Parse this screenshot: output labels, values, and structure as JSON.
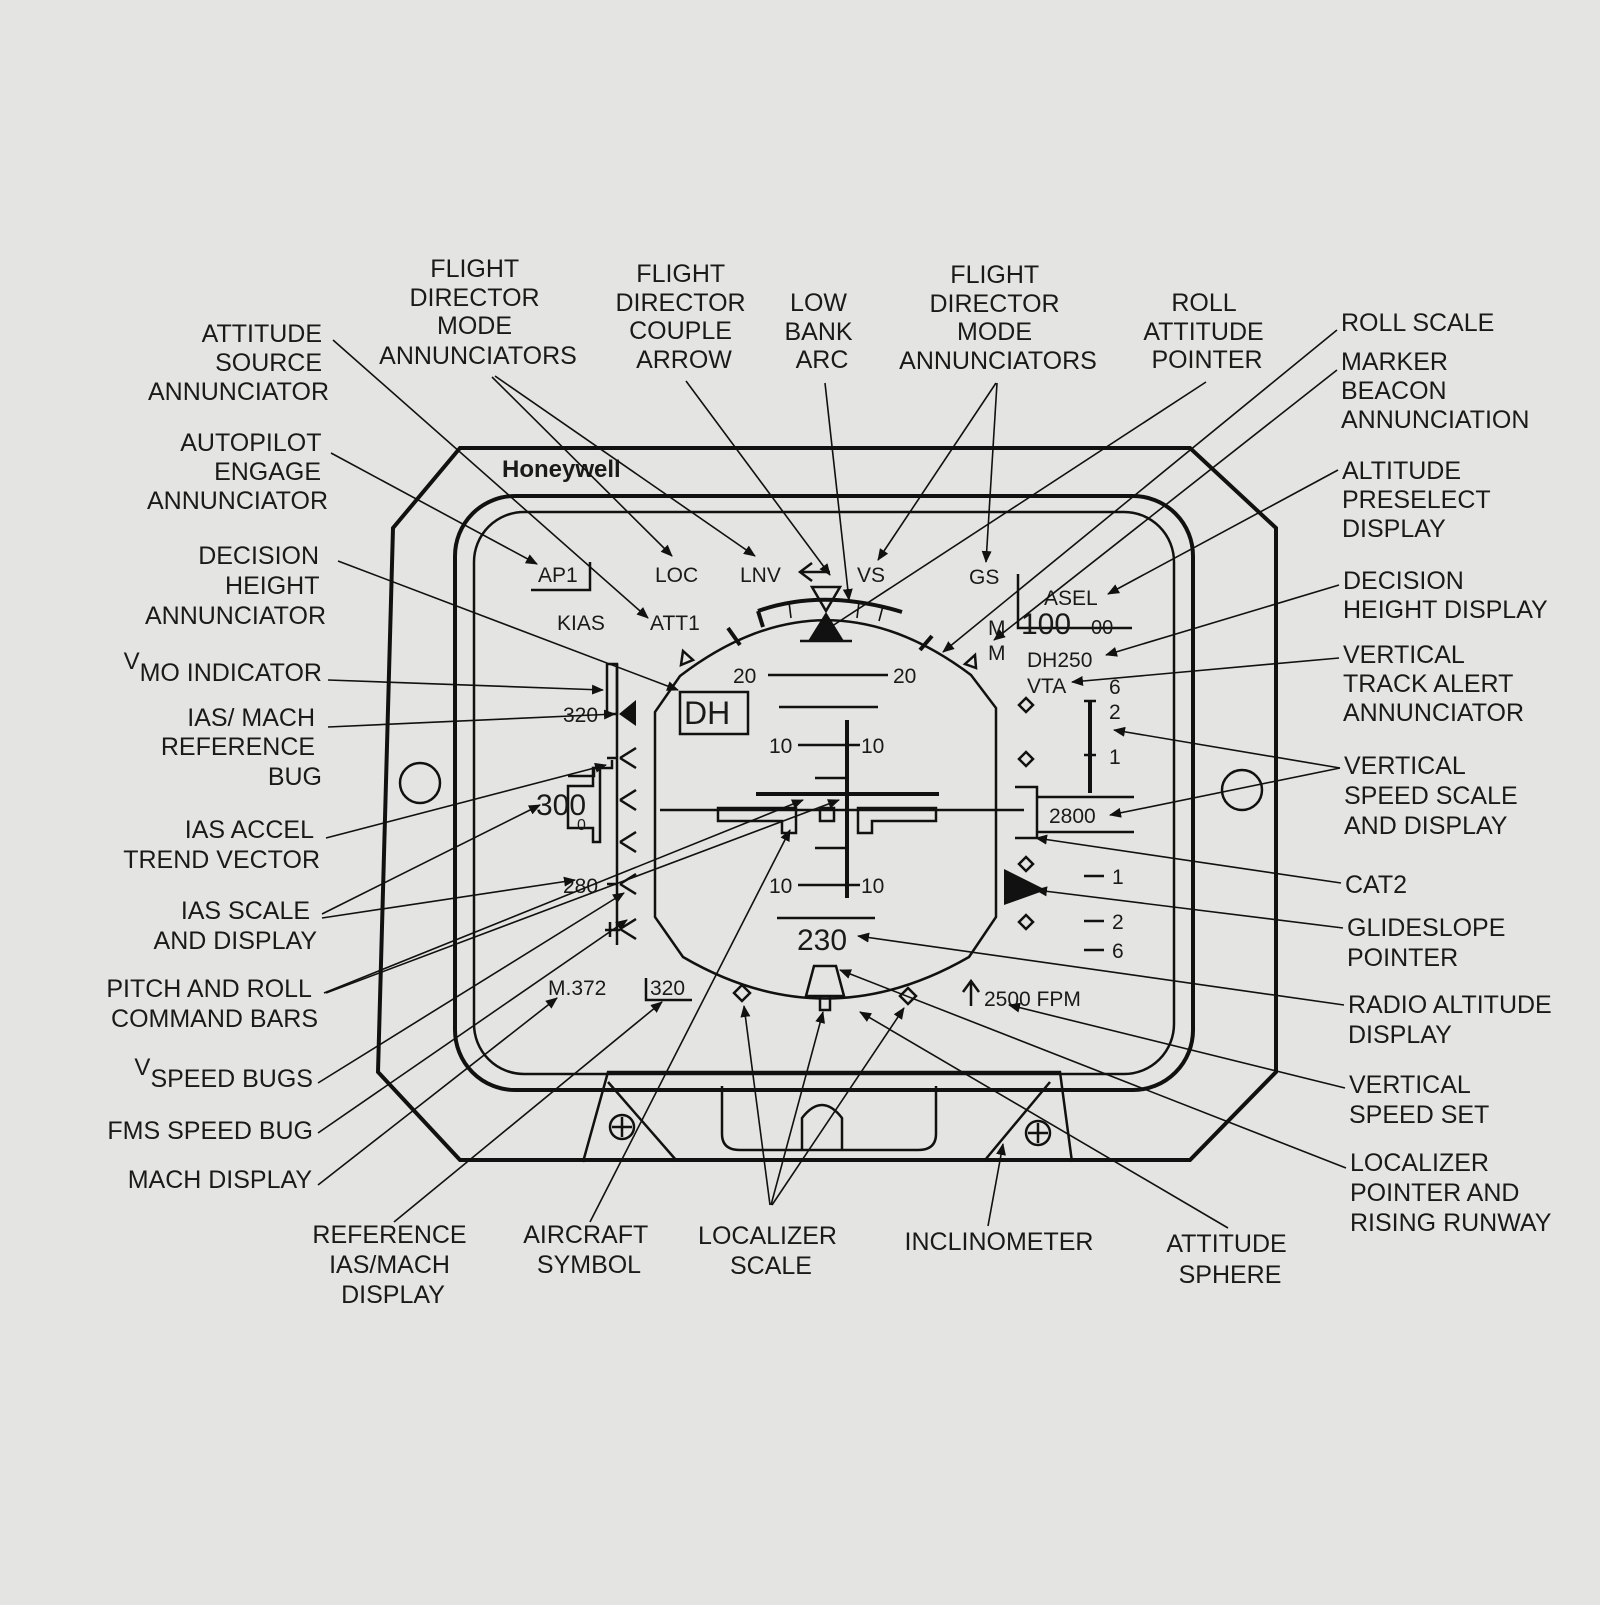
{
  "colors": {
    "paper": "#e4e4e2",
    "ink": "#1a1a1a"
  },
  "brand": "Honeywell",
  "callouts": {
    "attitude_source": [
      "ATTITUDE",
      "SOURCE",
      "ANNUNCIATOR"
    ],
    "fd_mode_left": [
      "FLIGHT",
      "DIRECTOR",
      "MODE",
      "ANNUNCIATORS"
    ],
    "fd_couple": [
      "FLIGHT",
      "DIRECTOR",
      "COUPLE",
      "ARROW"
    ],
    "low_bank": [
      "LOW",
      "BANK",
      "ARC"
    ],
    "fd_mode_right": [
      "FLIGHT",
      "DIRECTOR",
      "MODE",
      "ANNUNCIATORS"
    ],
    "roll_pointer": [
      "ROLL",
      "ATTITUDE",
      "POINTER"
    ],
    "roll_scale": [
      "ROLL SCALE"
    ],
    "marker_beacon": [
      "MARKER",
      "BEACON",
      "ANNUNCIATION"
    ],
    "alt_preselect": [
      "ALTITUDE",
      "PRESELECT",
      "DISPLAY"
    ],
    "dh_display": [
      "DECISION",
      "HEIGHT DISPLAY"
    ],
    "vta": [
      "VERTICAL",
      "TRACK ALERT",
      "ANNUNCIATOR"
    ],
    "vs_scale": [
      "VERTICAL",
      "SPEED SCALE",
      "AND DISPLAY"
    ],
    "cat2": [
      "CAT2"
    ],
    "glideslope": [
      "GLIDESLOPE",
      "POINTER"
    ],
    "radio_alt": [
      "RADIO ALTITUDE",
      "DISPLAY"
    ],
    "vs_set": [
      "VERTICAL",
      "SPEED SET"
    ],
    "localizer_ptr": [
      "LOCALIZER",
      "POINTER AND",
      "RISING RUNWAY"
    ],
    "autopilot": [
      "AUTOPILOT",
      "ENGAGE",
      "ANNUNCIATOR"
    ],
    "dh_annunciator": [
      "DECISION",
      "HEIGHT",
      "ANNUNCIATOR"
    ],
    "vmo_sub": "V",
    "vmo_main": "MO INDICATOR",
    "ias_bug": [
      "IAS/ MACH",
      "REFERENCE",
      "BUG"
    ],
    "ias_trend": [
      "IAS ACCEL",
      "TREND VECTOR"
    ],
    "ias_scale": [
      "IAS SCALE",
      "AND DISPLAY"
    ],
    "pitch_roll": [
      "PITCH AND ROLL",
      "COMMAND BARS"
    ],
    "vspeed_sub": "V",
    "vspeed_main": "SPEED BUGS",
    "fms_bug": [
      "FMS SPEED BUG"
    ],
    "mach_display": [
      "MACH DISPLAY"
    ],
    "ref_ias": [
      "REFERENCE",
      "IAS/MACH",
      "DISPLAY"
    ],
    "aircraft": [
      "AIRCRAFT",
      "SYMBOL"
    ],
    "loc_scale": [
      "LOCALIZER",
      "SCALE"
    ],
    "inclinometer": [
      "INCLINOMETER"
    ],
    "sphere": [
      "ATTITUDE",
      "SPHERE"
    ]
  },
  "screen": {
    "ap1": "AP1",
    "loc": "LOC",
    "lnv": "LNV",
    "vs": "VS",
    "gs": "GS",
    "kias": "KIAS",
    "att1": "ATT1",
    "asel": "ASEL",
    "alt_big": "100",
    "alt_small": "00",
    "m1": "M",
    "m2": "M",
    "dh250": "DH250",
    "vta": "VTA",
    "dh": "DH",
    "ias_320": "320",
    "ias_300": "300",
    "ias_280": "280",
    "pitch_20l": "20",
    "pitch_20r": "20",
    "pitch_10l": "10",
    "pitch_10r": "10",
    "pitch_m10l": "10",
    "pitch_m10r": "10",
    "vs_6": "6",
    "vs_2": "2",
    "vs_1": "1",
    "vs_m1": "1",
    "vs_m2": "2",
    "vs_m6": "6",
    "vs_2800": "2800",
    "radio_alt": "230",
    "mach": "M.372",
    "ref_ias": "320",
    "vs_set": "2500 FPM"
  }
}
